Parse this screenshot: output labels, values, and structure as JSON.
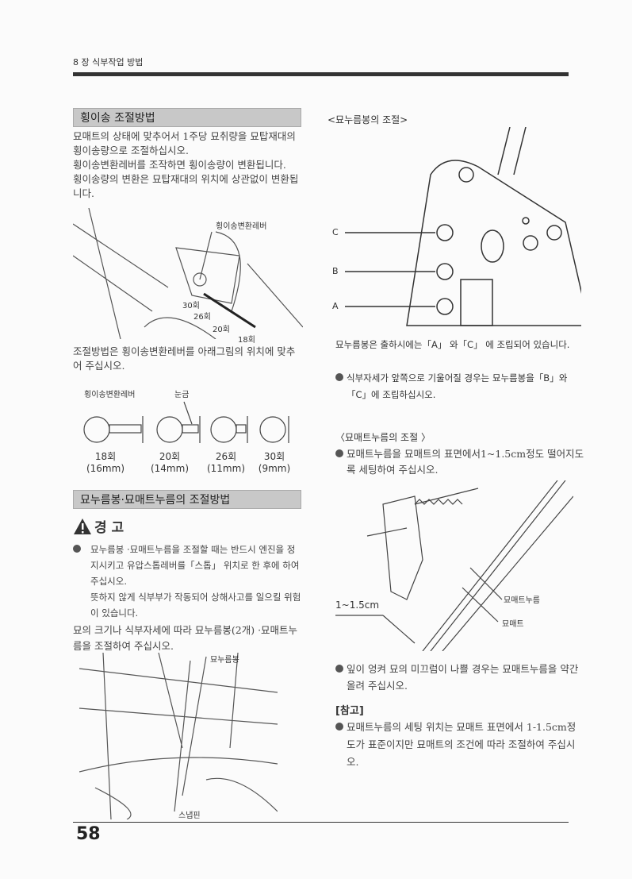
{
  "header": {
    "chapter": "8 장 식부작업 방법"
  },
  "left": {
    "section1": {
      "title": "횡이송 조절방법",
      "paragraphs": [
        "묘매트의 상태에 맞추어서 1주당 묘취량을 묘탑재대의 횡이송량으로 조절하십시오.",
        "횡이송변환레버를 조작하면 횡이송량이 변환됩니다.",
        "횡이송량의 변환은 묘탑재대의 위치에 상관없이 변환됩니다."
      ],
      "fig1": {
        "lever": "횡이송변환레버",
        "r30": "30회",
        "r26": "26회",
        "r20": "20회",
        "r18": "18회"
      },
      "instruction": "조절방법은 횡이송변환레버를 아래그림의 위치에 맞추어 주십시오.",
      "fig2": {
        "lever": "횡이송변환레버",
        "scale": "눈금",
        "positions": [
          {
            "turns": "18회",
            "mm": "(16mm)"
          },
          {
            "turns": "20회",
            "mm": "(14mm)"
          },
          {
            "turns": "26회",
            "mm": "(11mm)"
          },
          {
            "turns": "30회",
            "mm": "(9mm)"
          }
        ]
      }
    },
    "section2": {
      "title": "묘누름봉·묘매트누름의 조절방법",
      "warning_title": "경 고",
      "warning": [
        "묘누름봉 ·묘매트누름을 조절할 때는 반드시 엔진을 정지시키고 유압스톱레버를「스톱」 위치로 한 후에 하여 주십시오.",
        "뜻하지 않게 식부부가 작동되어 상해사고를 일으킬 위험이 있습니다."
      ],
      "body": "묘의 크기나 식부자세에 따라 묘누름봉(2개) ·묘매트누름을 조절하여 주십시오.",
      "fig3": {
        "rod": "묘누름봉",
        "pin": "스냅핀"
      }
    }
  },
  "right": {
    "sub1": "<묘누름봉의 조절>",
    "fig4": {
      "c": "C",
      "b": "B",
      "a": "A"
    },
    "p1": "묘누름봉은 출하시에는「A」 와「C」 에 조립되어 있습니다.",
    "b1": "식부자세가 앞쪽으로 기울어질 경우는 묘누름봉을「B」와「C」에 조립하십시오.",
    "sub2": "〈묘매트누름의 조절 〉",
    "b2": "묘매트누름을 묘매트의 표면에서1~1.5cm정도 떨어지도록 세팅하여 주십시오.",
    "fig5": {
      "gap": "1~1.5cm",
      "presser": "묘매트누름",
      "mat": "묘매트"
    },
    "b3": "잎이 엉켜 묘의 미끄럼이 나쁠 경우는 묘매트누름을 약간 올려 주십시오.",
    "note_title": "[참고]",
    "b4": "묘매트누름의 세팅 위치는 묘매트 표면에서 1-1.5cm정도가 표준이지만 묘매트의 조건에 따라 조절하여 주십시오."
  },
  "footer": {
    "page": "58"
  }
}
